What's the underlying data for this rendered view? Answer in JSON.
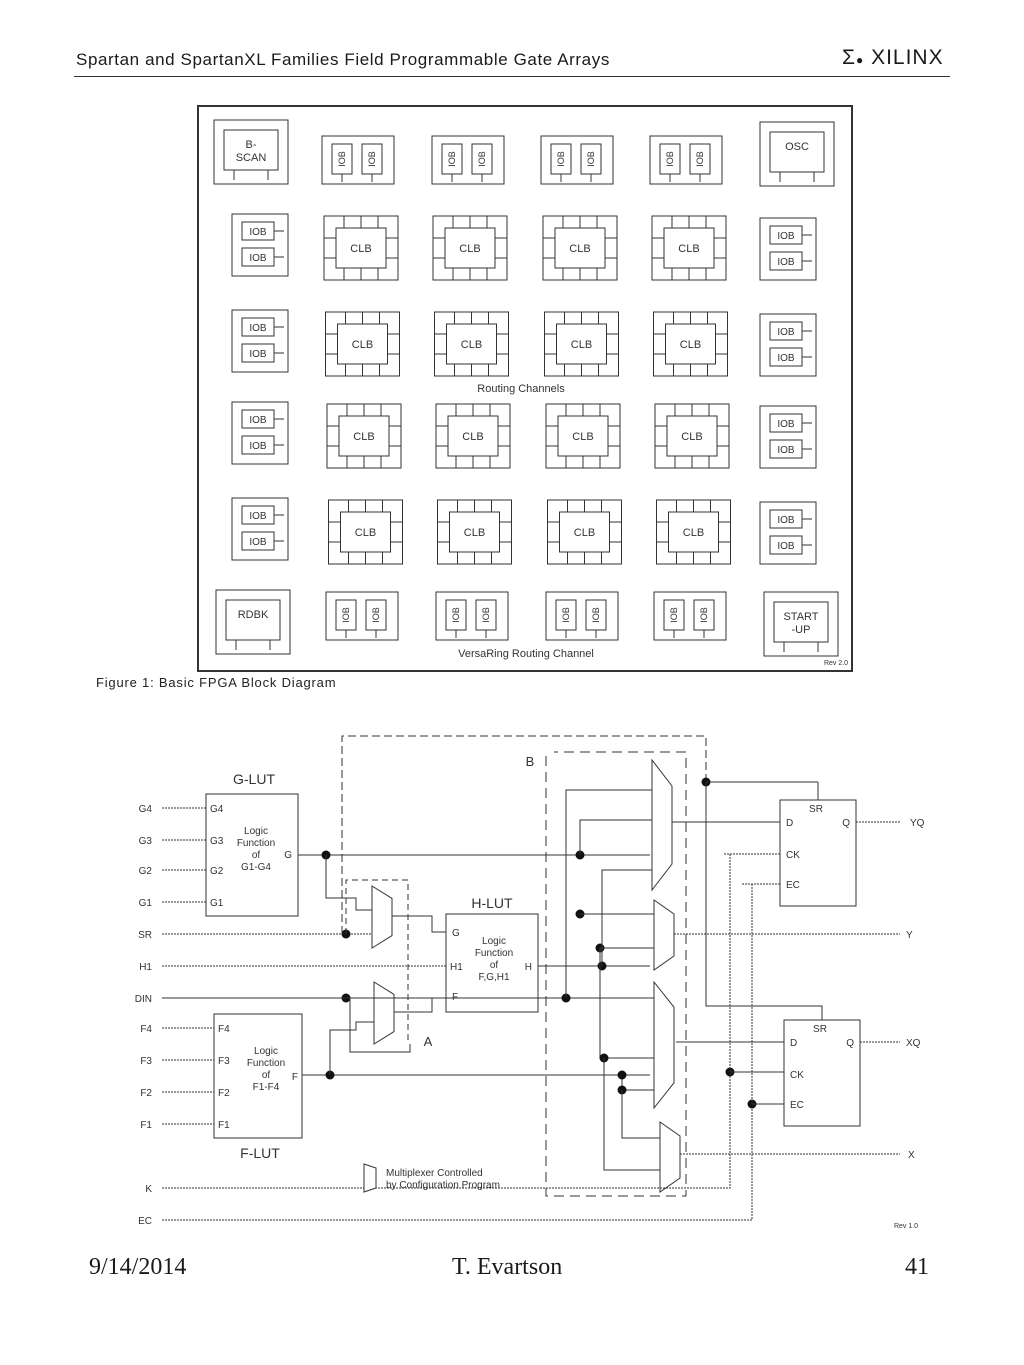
{
  "header": {
    "title": "Spartan and SpartanXL Families Field Programmable Gate Arrays",
    "logo": "XILINX"
  },
  "figure1": {
    "blocks": {
      "bscan": "B-\nSCAN",
      "osc": "OSC",
      "rdbk": "RDBK",
      "startup": "START\n-UP",
      "clb": "CLB",
      "iob": "IOB"
    },
    "routing_label": "Routing Channels",
    "versaring_label": "VersaRing Routing Channel",
    "revision": "Rev 2.0",
    "caption": "Figure 1:   Basic FPGA Block Diagram"
  },
  "figure2": {
    "g_lut": {
      "title": "G-LUT",
      "inputs": [
        "G4",
        "G3",
        "G2",
        "G1"
      ],
      "function": [
        "Logic",
        "Function",
        "of",
        "G1-G4"
      ],
      "output": "G"
    },
    "f_lut": {
      "title": "F-LUT",
      "inputs": [
        "F4",
        "F3",
        "F2",
        "F1"
      ],
      "function": [
        "Logic",
        "Function",
        "of",
        "F1-F4"
      ],
      "output": "F"
    },
    "h_lut": {
      "title": "H-LUT",
      "inputs": [
        "G",
        "H1",
        "F"
      ],
      "function": [
        "Logic",
        "Function",
        "of",
        "F,G,H1"
      ],
      "output": "H"
    },
    "external_inputs": [
      "SR",
      "H1",
      "DIN",
      "K",
      "EC"
    ],
    "left_pins": [
      "G4",
      "G3",
      "G2",
      "G1",
      "SR",
      "H1",
      "DIN",
      "F4",
      "F3",
      "F2",
      "F1",
      "K",
      "EC"
    ],
    "flipflop": {
      "sr": "SR",
      "d": "D",
      "q": "Q",
      "ck": "CK",
      "ec": "EC"
    },
    "outputs": [
      "YQ",
      "Y",
      "XQ",
      "X"
    ],
    "label_a": "A",
    "label_b": "B",
    "legend": [
      "Multiplexer Controlled",
      "by Configuration Program"
    ],
    "revision": "Rev 1.0"
  },
  "footer": {
    "date": "9/14/2014",
    "author": "T. Evartson",
    "page": "41"
  }
}
